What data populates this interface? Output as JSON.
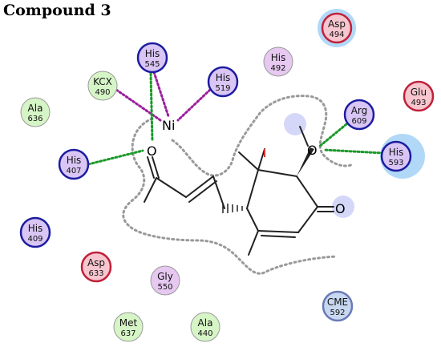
{
  "title": "Compound 3",
  "atoms": {
    "ni": "Ni",
    "o_carbonyl": "O",
    "o_methoxy": "O",
    "o_ketone": "O"
  },
  "residues": [
    {
      "id": "asp494",
      "name": "Asp",
      "num": "494",
      "type": "acidic",
      "exposed": true
    },
    {
      "id": "his545",
      "name": "His",
      "num": "545",
      "type": "basic",
      "exposed": false
    },
    {
      "id": "kcx490",
      "name": "KCX",
      "num": "490",
      "type": "hydrophobic",
      "exposed": false
    },
    {
      "id": "his519",
      "name": "His",
      "num": "519",
      "type": "basic",
      "exposed": false
    },
    {
      "id": "his492",
      "name": "His",
      "num": "492",
      "type": "polar",
      "exposed": false
    },
    {
      "id": "glu493",
      "name": "Glu",
      "num": "493",
      "type": "acidic",
      "exposed": false
    },
    {
      "id": "ala636",
      "name": "Ala",
      "num": "636",
      "type": "hydrophobic",
      "exposed": false
    },
    {
      "id": "arg609",
      "name": "Arg",
      "num": "609",
      "type": "basic",
      "exposed": false
    },
    {
      "id": "his407",
      "name": "His",
      "num": "407",
      "type": "basic",
      "exposed": false
    },
    {
      "id": "his593",
      "name": "His",
      "num": "593",
      "type": "basic",
      "exposed": true
    },
    {
      "id": "his409",
      "name": "His",
      "num": "409",
      "type": "basic",
      "exposed": false
    },
    {
      "id": "asp633",
      "name": "Asp",
      "num": "633",
      "type": "acidic",
      "exposed": false
    },
    {
      "id": "gly550",
      "name": "Gly",
      "num": "550",
      "type": "polar",
      "exposed": false
    },
    {
      "id": "cme592",
      "name": "CME",
      "num": "592",
      "type": "other",
      "exposed": false
    },
    {
      "id": "met637",
      "name": "Met",
      "num": "637",
      "type": "hydrophobic",
      "exposed": false
    },
    {
      "id": "ala440",
      "name": "Ala",
      "num": "440",
      "type": "hydrophobic",
      "exposed": false
    }
  ],
  "colors": {
    "acidic_fill": "#f7c6cf",
    "acidic_ring": "#c0203a",
    "basic_fill": "#d9c6f5",
    "basic_ring": "#1c1ca0",
    "polar_fill": "#e6c8f0",
    "hydrophobic_fill": "#d6f5c6",
    "other_fill": "#c8d8f0",
    "other_ring": "#6a7ab8",
    "hbond_sidechain": "#1a9a2a",
    "metal_contact": "#9c1f9c",
    "pocket_outline": "#999999",
    "exposure_halo": "#a9d4f5"
  }
}
